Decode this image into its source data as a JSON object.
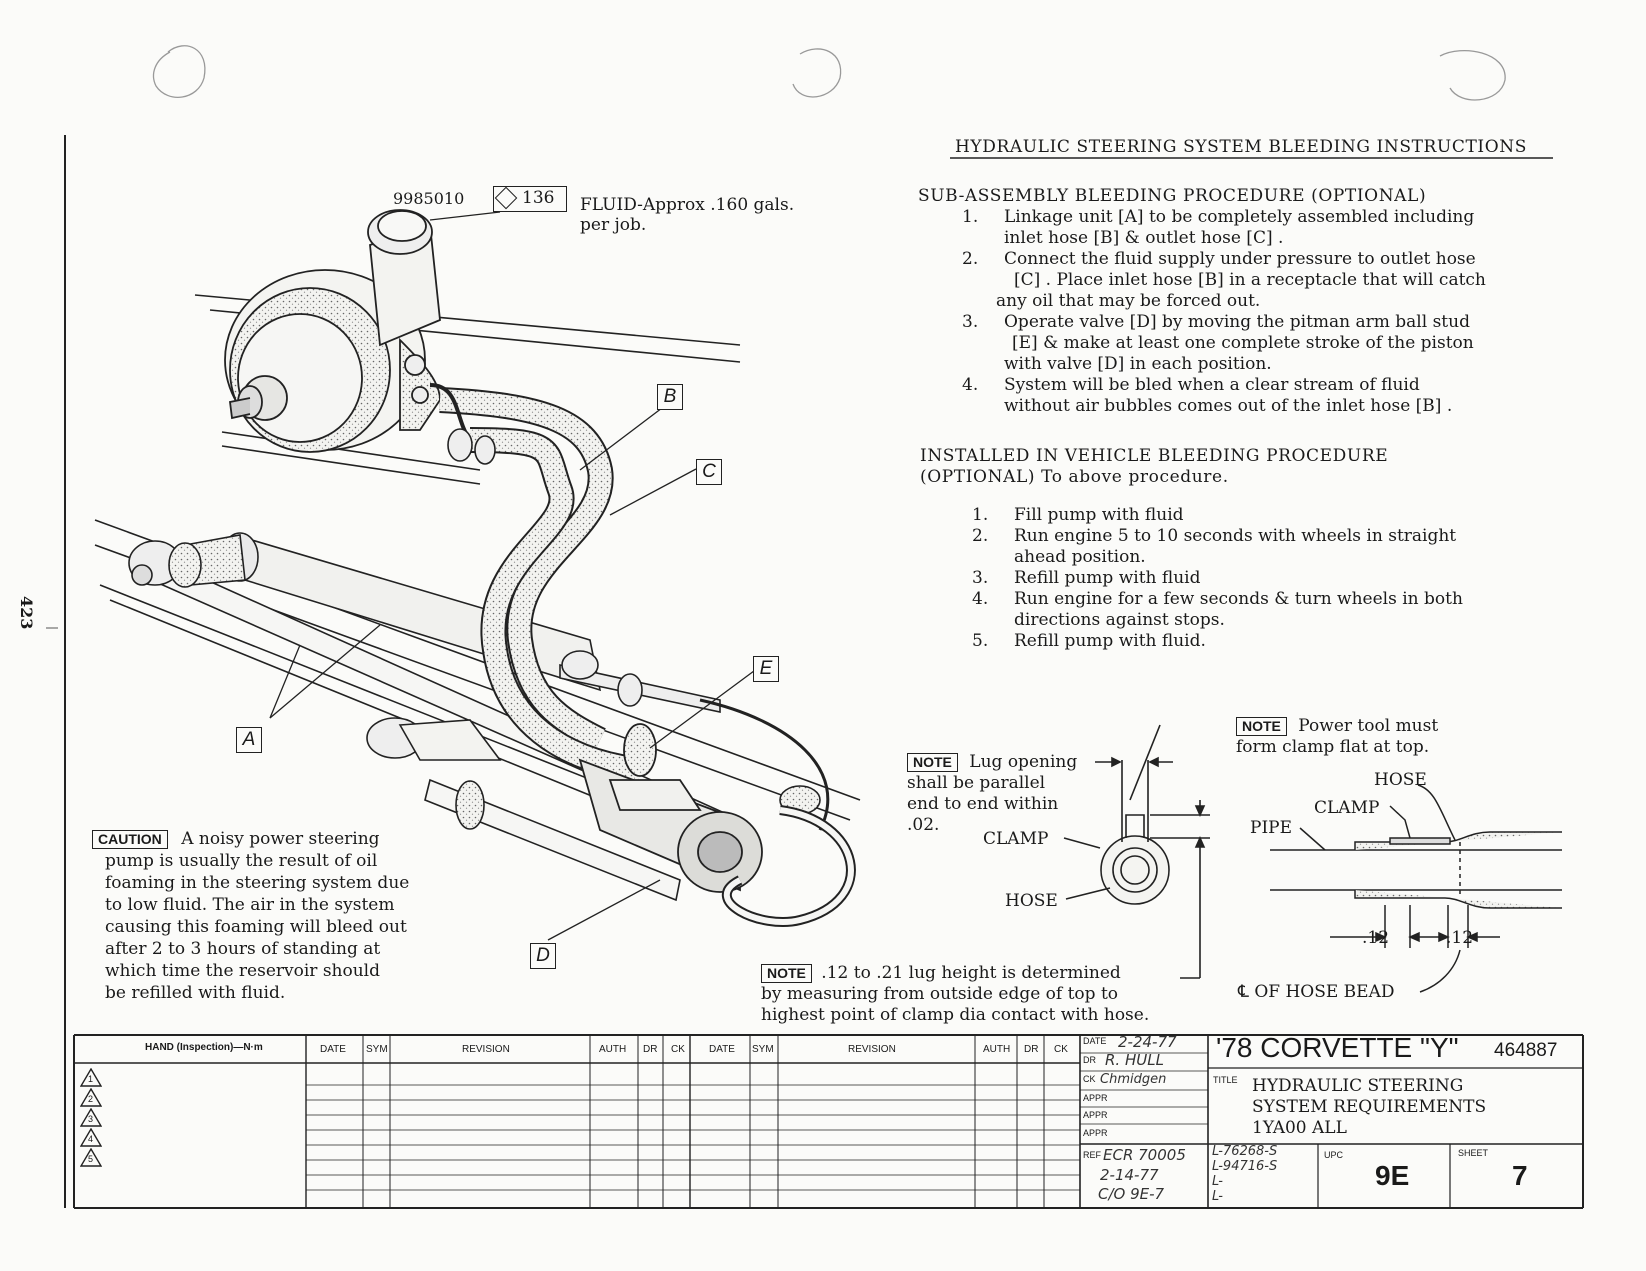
{
  "page_margin_number": "423",
  "header_title": "HYDRAULIC STEERING SYSTEM BLEEDING INSTRUCTIONS",
  "fluid": {
    "part_no": "9985010",
    "code": "136",
    "text_line1": "FLUID-Approx .160 gals.",
    "text_line2": "per job."
  },
  "sub_assembly": {
    "title": "SUB-ASSEMBLY BLEEDING PROCEDURE (OPTIONAL)",
    "steps": [
      {
        "n": "1.",
        "lines": [
          "Linkage unit [A] to be completely assembled including",
          "inlet hose [B] & outlet hose [C] ."
        ]
      },
      {
        "n": "2.",
        "lines": [
          "Connect the fluid supply under pressure to outlet hose",
          "[C] .  Place inlet hose [B] in a receptacle that will catch",
          "any oil that may be forced out."
        ]
      },
      {
        "n": "3.",
        "lines": [
          "Operate valve [D] by moving the pitman arm ball stud",
          "[E] & make at least one complete stroke of the piston",
          "with valve [D] in each position."
        ]
      },
      {
        "n": "4.",
        "lines": [
          "System will be bled when a clear stream of fluid",
          "without air bubbles comes out of the inlet hose [B] ."
        ]
      }
    ]
  },
  "installed": {
    "title_line1": "INSTALLED IN VEHICLE BLEEDING PROCEDURE",
    "title_line2": "(OPTIONAL) To above procedure.",
    "steps": [
      {
        "n": "1.",
        "lines": [
          "Fill pump with fluid"
        ]
      },
      {
        "n": "2.",
        "lines": [
          "Run engine 5 to 10 seconds with wheels in straight",
          "ahead position."
        ]
      },
      {
        "n": "3.",
        "lines": [
          "Refill pump with fluid"
        ]
      },
      {
        "n": "4.",
        "lines": [
          "Run engine for a few seconds & turn wheels in both",
          "directions against stops."
        ]
      },
      {
        "n": "5.",
        "lines": [
          "Refill pump with fluid."
        ]
      }
    ]
  },
  "callouts": [
    "A",
    "B",
    "C",
    "D",
    "E"
  ],
  "caution": {
    "label": "CAUTION",
    "lines": [
      "A noisy power steering",
      "pump is usually the result of oil",
      "foaming in the steering system due",
      "to low fluid. The air in the system",
      "causing this foaming will bleed out",
      "after 2 to 3 hours of standing at",
      "which time the reservoir should",
      "be refilled with fluid."
    ]
  },
  "note_lug": {
    "label": "NOTE",
    "lines": [
      "Lug opening",
      "shall be parallel",
      "end to end within",
      ".02."
    ]
  },
  "note_power_tool": {
    "label": "NOTE",
    "lines": [
      "Power tool must",
      "form clamp flat at top."
    ]
  },
  "note_lug_height": {
    "label": "NOTE",
    "lines": [
      ".12 to .21 lug height is determined",
      "by measuring from outside edge of top to",
      "highest point of clamp dia contact with hose."
    ]
  },
  "clamp_detail": {
    "clamp_label": "CLAMP",
    "hose_label": "HOSE"
  },
  "hose_detail": {
    "hose_label": "HOSE",
    "clamp_label": "CLAMP",
    "pipe_label": "PIPE",
    "dim_1": ".12",
    "dim_2": ".12",
    "bead_label": "℄ OF HOSE BEAD"
  },
  "title_block": {
    "hand_header": "HAND (Inspection)—N·m",
    "rev_headers": [
      "DATE",
      "SYM",
      "REVISION",
      "AUTH",
      "DR",
      "CK"
    ],
    "triangles": [
      "1",
      "2",
      "3",
      "4",
      "5"
    ],
    "date_label": "DATE",
    "date_value": "2-24-77",
    "dr_label": "DR",
    "dr_value": "R. HULL",
    "ck_label": "CK",
    "ck_value": "Chmidgen",
    "appr_label": "APPR",
    "appr_value": "",
    "ref_label": "REF",
    "ref_value": "ECR 70005",
    "ref_date": "2-14-77",
    "ref_code": "C/O 9E-7",
    "model": "'78 CORVETTE \"Y\"",
    "drawing_no": "464887",
    "title_label": "TITLE",
    "title_lines": [
      "HYDRAULIC STEERING",
      "SYSTEM REQUIREMENTS",
      "1YA00 ALL"
    ],
    "parts": [
      "L-76268-S",
      "L-94716-S",
      "L-",
      "L-"
    ],
    "upc_label": "UPC",
    "upc_value": "9E",
    "sheet_label": "SHEET",
    "sheet_value": "7"
  }
}
